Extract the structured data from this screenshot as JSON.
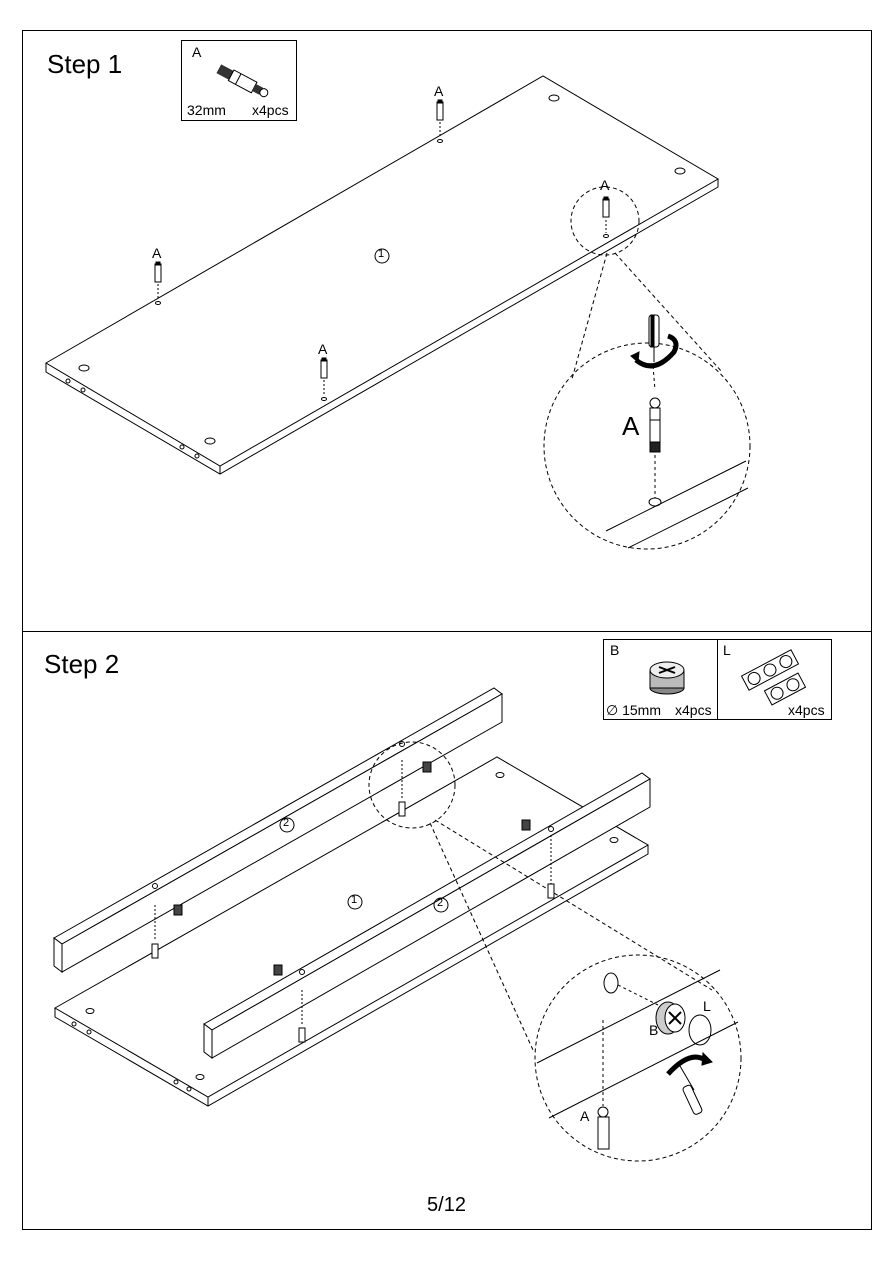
{
  "step1": {
    "title": "Step 1",
    "part": {
      "letter": "A",
      "size": "32mm",
      "qty": "x4pcs"
    },
    "board_number": "1",
    "callout_letter": "A",
    "dowel_label": "A",
    "detail_label": "A"
  },
  "step2": {
    "title": "Step 2",
    "part_b": {
      "letter": "B",
      "size": "∅ 15mm",
      "qty": "x4pcs"
    },
    "part_l": {
      "letter": "L",
      "qty": "x4pcs"
    },
    "board_number": "1",
    "rail_number": "2",
    "detail_labels": {
      "a": "A",
      "b": "B",
      "l": "L"
    }
  },
  "footer": {
    "page": "5/12"
  }
}
